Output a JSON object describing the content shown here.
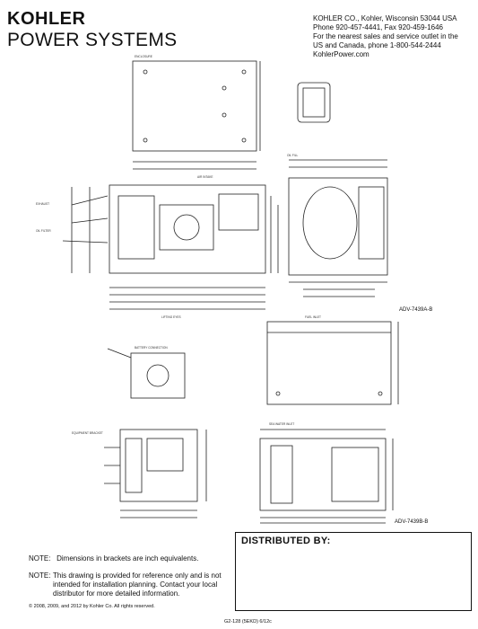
{
  "brand": {
    "line1": "KOHLER",
    "line2": "POWER SYSTEMS"
  },
  "contact": {
    "lines": [
      "KOHLER CO., Kohler, Wisconsin 53044 USA",
      "Phone 920-457-4441, Fax 920-459-1646",
      "For the nearest sales and service outlet in the",
      "US and Canada, phone 1-800-544-2444",
      "KohlerPower.com"
    ]
  },
  "drawing": {
    "ref_a": "ADV-7439A-B",
    "ref_b": "ADV-7439B-B"
  },
  "distributor": {
    "title": "DISTRIBUTED BY:"
  },
  "notes": {
    "label1": "NOTE:",
    "text1": "Dimensions in brackets are inch equivalents.",
    "label2": "NOTE:",
    "text2": "This drawing is provided for reference only and is not intended for installation planning. Contact your local distributor for more detailed information."
  },
  "copyright": "© 2008, 2009, and 2012 by Kohler Co.  All rights reserved.",
  "footer": "G2-128  (5EKD)  6/12c"
}
